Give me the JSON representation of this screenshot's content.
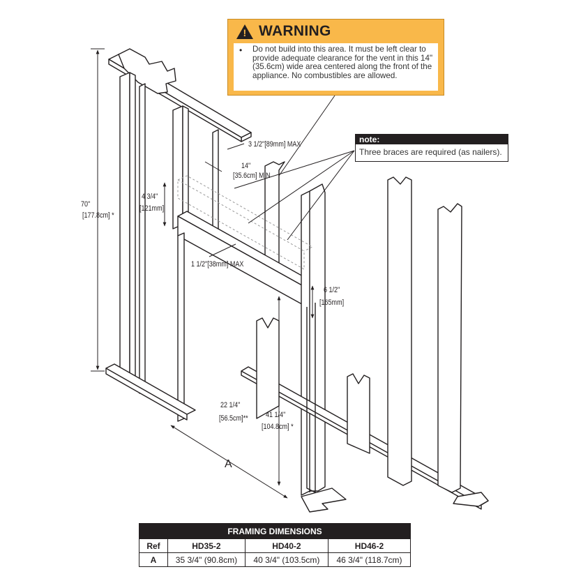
{
  "warning": {
    "title": "WARNING",
    "bullet": "•",
    "text": "Do not build into this area. It must be left clear to provide adequate clearance for the vent in this 14\" (35.6cm) wide area centered along the front of the appliance. No combustibles are allowed.",
    "colors": {
      "background": "#f9b84a",
      "text": "#231f20"
    }
  },
  "note": {
    "title": "note:",
    "text": "Three braces are required (as nailers)."
  },
  "dimensions": {
    "max_3_5": "3 1/2\"[89mm] MAX",
    "width_14": "14\"",
    "width_14_metric": "[35.6cm] MIN",
    "h_4_75": "4 3/4\"",
    "h_4_75_metric": "[121mm]",
    "h_70": "70\"",
    "h_70_metric": "[177.8cm] *",
    "max_1_5": "1 1/2\"[38mm] MAX",
    "h_6_5": "6 1/2\"",
    "h_6_5_metric": "[165mm]",
    "w_22_25": "22 1/4\"",
    "w_22_25_metric": "[56.5cm]**",
    "h_41_25": "41 1/4\"",
    "h_41_25_metric": "[104.8cm] *",
    "dim_a": "A"
  },
  "table": {
    "title": "FRAMING DIMENSIONS",
    "headers": [
      "Ref",
      "HD35-2",
      "HD40-2",
      "HD46-2"
    ],
    "rows": [
      [
        "A",
        "35 3/4\" (90.8cm)",
        "40 3/4\" (103.5cm)",
        "46 3/4\" (118.7cm)"
      ]
    ]
  }
}
